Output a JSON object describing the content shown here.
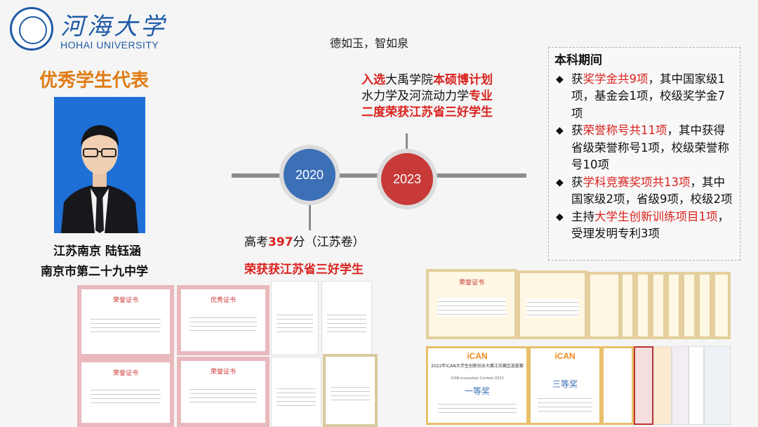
{
  "header": {
    "logo_cn": "河海大学",
    "logo_en": "HOHAI UNIVERSITY",
    "motto": "德如玉，智如泉"
  },
  "section_title": "优秀学生代表",
  "person": {
    "hometown_name": "江苏南京 陆钰涵",
    "school": "南京市第二十九中学"
  },
  "timeline": {
    "year1": "2020",
    "year2": "2023",
    "y2023": {
      "l1_hl1": "入选",
      "l1_mid": "大禹学院",
      "l1_hl2": "本硕博计划",
      "l2_pre": "水力学及河流动力学",
      "l2_hl": "专业",
      "l3": "二度荣获江苏省三好学生"
    },
    "y2020": {
      "pre": "高考",
      "score": "397",
      "post": "分（江苏卷）",
      "award": "荣获获江苏省三好学生"
    }
  },
  "summary": {
    "title": "本科期间",
    "bullet": "◆",
    "items": [
      {
        "pre": "获",
        "hl": "奖学金共9项",
        "post": "，其中国家级1项，基金会1项，校级奖学金7项"
      },
      {
        "pre": "获",
        "hl": "荣誉称号共11项",
        "post": "，其中获得省级荣誉称号1项，校级荣誉称号10项"
      },
      {
        "pre": "获",
        "hl": "学科竞赛奖项共13项",
        "post": "，其中国家级2项，省级9项，校级2项"
      },
      {
        "pre": "主持",
        "hl": "大学生创新训练项目1项",
        "post": "，受理发明专利3项"
      }
    ]
  },
  "certificates": {
    "c1": "荣誉证书",
    "c2": "优秀证书",
    "c3": "荣誉证书",
    "c4": "荣誉证书",
    "c5": "荣誉证书",
    "ican": "iCAN",
    "first": "一等奖",
    "third": "三等奖",
    "ican_title": "2022年iCAN大学生创新创业大赛江苏赛区选拔赛",
    "ican_en": "iCAN Innovation Contest 2022",
    "cert_gold": "荣誉证书"
  },
  "colors": {
    "accent_red": "#d9231f",
    "blue": "#3b6fb6",
    "orange": "#e07b12"
  }
}
